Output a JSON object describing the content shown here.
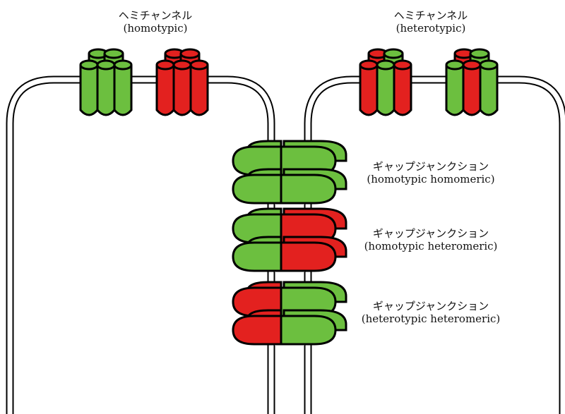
{
  "colors": {
    "connexin_green": "#6cbf3f",
    "connexin_red": "#e3211f",
    "outline": "#000000",
    "membrane_fill": "#ffffff"
  },
  "labels": {
    "hemi_homotypic": {
      "title": "ヘミチャンネル",
      "subtitle": "(homotypic)"
    },
    "hemi_heterotypic": {
      "title": "ヘミチャンネル",
      "subtitle": "(heterotypic)"
    },
    "gap_homotypic_homomeric": {
      "title": "ギャップジャンクション",
      "subtitle": "(homotypic homomeric)"
    },
    "gap_homotypic_heteromeric": {
      "title": "ギャップジャンクション",
      "subtitle": "(homotypic heteromeric)"
    },
    "gap_heterotypic_heteromeric": {
      "title": "ギャップジャンクション",
      "subtitle": "(heterotypic heteromeric)"
    }
  }
}
